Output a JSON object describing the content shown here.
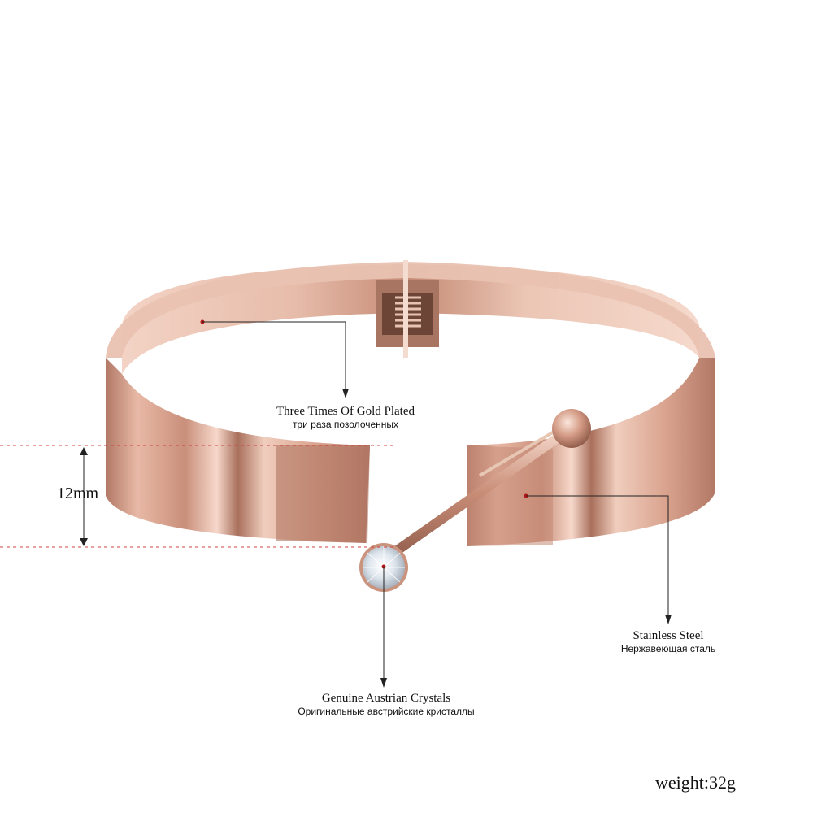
{
  "callouts": {
    "gold": {
      "en": "Three Times Of Gold Plated",
      "ru": "три раза позолоченных"
    },
    "steel": {
      "en": "Stainless Steel",
      "ru": "Нержавеющая сталь"
    },
    "crystal": {
      "en": "Genuine Austrian Crystals",
      "ru": "Оригинальные австрийские кристаллы"
    }
  },
  "dimension": {
    "width_label": "12mm"
  },
  "weight": "weight:32g",
  "colors": {
    "rose_gold_light": "#f4d2c3",
    "rose_gold_mid": "#d8a08a",
    "rose_gold_dark": "#a8705c",
    "marker_red": "#b01818",
    "guide_red": "#d04040",
    "line": "#222222"
  }
}
